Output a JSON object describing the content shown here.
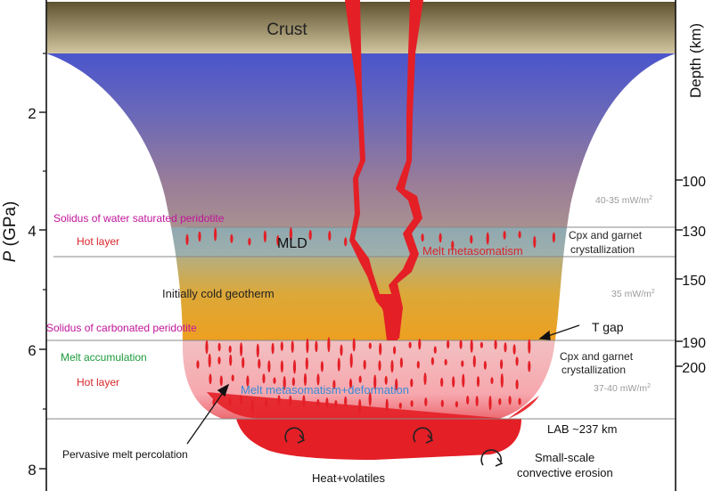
{
  "title_crust": "Crust",
  "axis_left": {
    "label_italic": "P",
    "label_rest": " (GPa)",
    "ticks": [
      "2",
      "4",
      "6",
      "8"
    ]
  },
  "axis_right": {
    "label": "Depth (km)",
    "ticks": [
      "100",
      "130",
      "150",
      "190",
      "200"
    ]
  },
  "labels": {
    "solidus_water": "Solidus of water saturated peridotite",
    "hot_layer_top": "Hot layer",
    "mld": "MLD",
    "melt_metasomatism": "Melt metasomatism",
    "cold_geotherm": "Initially cold geotherm",
    "solidus_carbonated": "Solidus of carbonated peridotite",
    "t_gap": "T gap",
    "melt_accumulation": "Melt accumulation",
    "hot_layer_bottom": "Hot layer",
    "melt_deformation": "Melt metasomatism+deformation",
    "pervasive": "Pervasive melt percolation",
    "heat_volatiles": "Heat+volatiles",
    "cpx_garnet_1_line1": "Cpx and garnet",
    "cpx_garnet_1_line2": "crystallization",
    "cpx_garnet_2_line1": "Cpx and garnet",
    "cpx_garnet_2_line2": "crystallization",
    "lab": "LAB ~237 km",
    "convective_line1": "Small-scale",
    "convective_line2": "convective erosion",
    "heatflow_1": "40-35 mW/m",
    "heatflow_2": "35 mW/m",
    "heatflow_3": "37-40 mW/m",
    "superscript_2": "2"
  },
  "colors": {
    "crust_top": "#5e5230",
    "crust_bottom": "#cfc29a",
    "mantle_top": "#4a55cc",
    "mantle_mid": "#9a7aa0",
    "cold_geotherm": "#e8a828",
    "melt_red": "#e41f26",
    "pink": "#f4b8bc",
    "magenta_text": "#c0149a",
    "red_text": "#d8262a",
    "green_text": "#1a9a3a",
    "blue_text": "#3a8ad8",
    "gray_text": "#9a9a9a"
  }
}
